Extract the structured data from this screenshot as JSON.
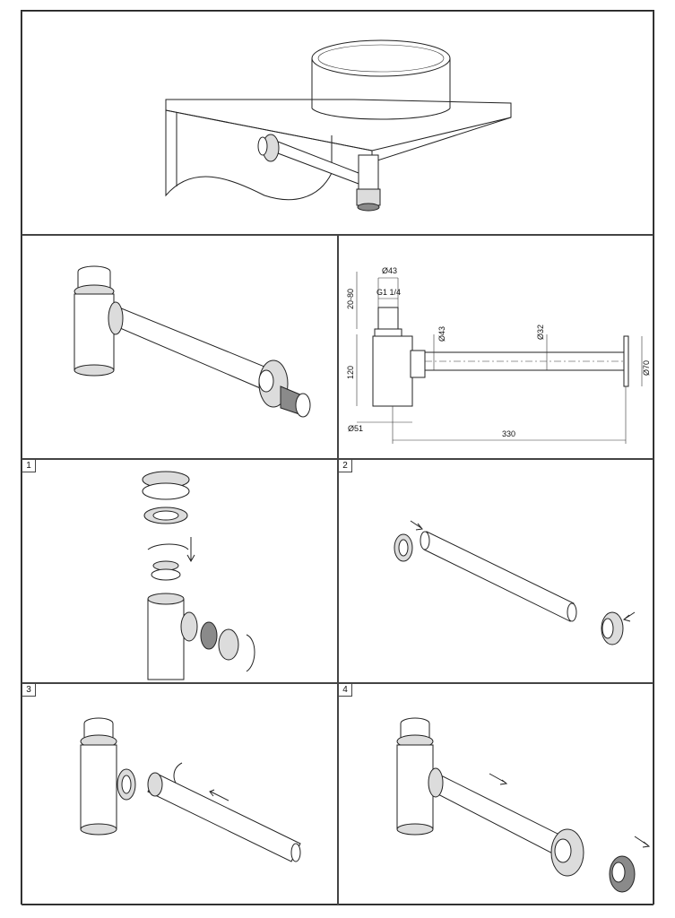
{
  "steps": {
    "s1": "1",
    "s2": "2",
    "s3": "3",
    "s4": "4"
  },
  "dimensions": {
    "top_diameter": "Ø43",
    "thread": "G1 1/4",
    "adjust_range": "20-80",
    "body_height": "120",
    "outlet_diameter": "Ø43",
    "pipe_diameter": "Ø32",
    "flange_diameter": "Ø70",
    "body_diameter": "Ø51",
    "length": "330"
  }
}
